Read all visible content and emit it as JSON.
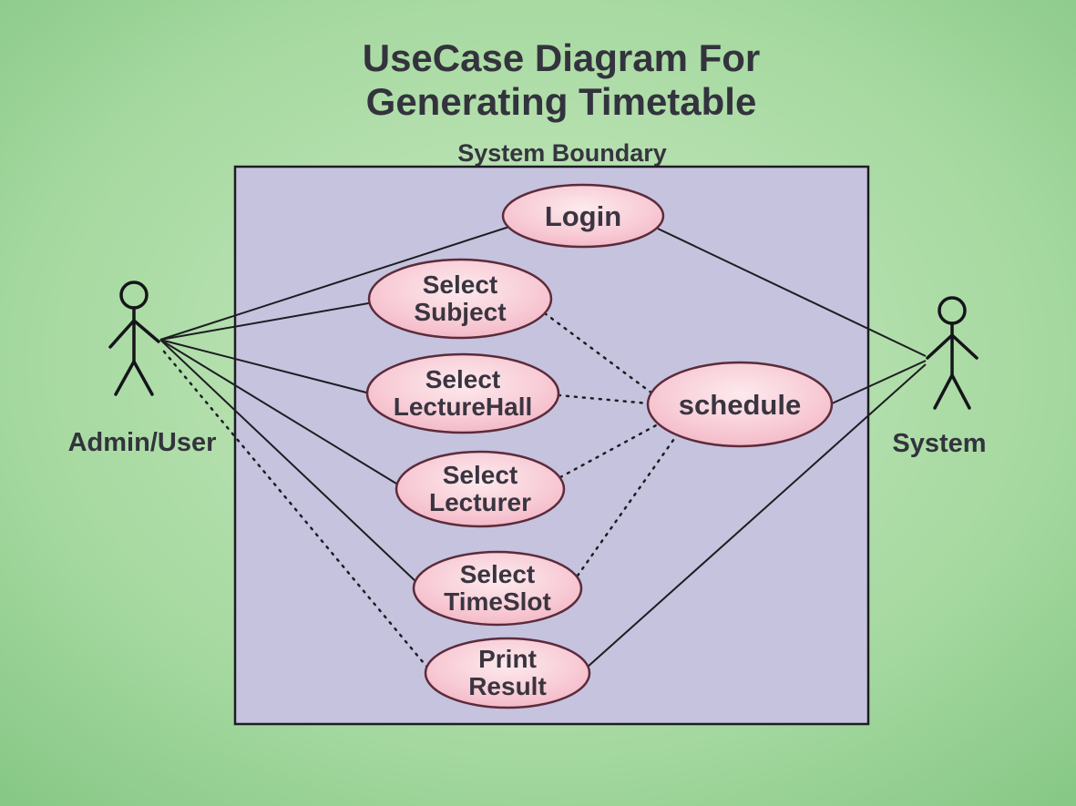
{
  "title": {
    "line1": "UseCase Diagram For",
    "line2": "Generating Timetable"
  },
  "boundary": {
    "label": "System Boundary"
  },
  "actors": {
    "admin": {
      "label": "Admin/User"
    },
    "system": {
      "label": "System"
    }
  },
  "usecases": {
    "login": {
      "label": "Login"
    },
    "select_subject": {
      "line1": "Select",
      "line2": "Subject"
    },
    "select_lecturehall": {
      "line1": "Select",
      "line2": "LectureHall"
    },
    "select_lecturer": {
      "line1": "Select",
      "line2": "Lecturer"
    },
    "select_timeslot": {
      "line1": "Select",
      "line2": "TimeSlot"
    },
    "print_result": {
      "line1": "Print",
      "line2": "Result"
    },
    "schedule": {
      "label": "schedule"
    }
  },
  "colors": {
    "background_center": "#c9e9c2",
    "background_edge": "#82c582",
    "boundary_fill": "#c6c3de",
    "boundary_stroke": "#1d1d22",
    "usecase_fill_light": "#fdeaee",
    "usecase_fill_dark": "#f0afc0",
    "usecase_stroke": "#5c2b3b",
    "text": "#33333d"
  }
}
